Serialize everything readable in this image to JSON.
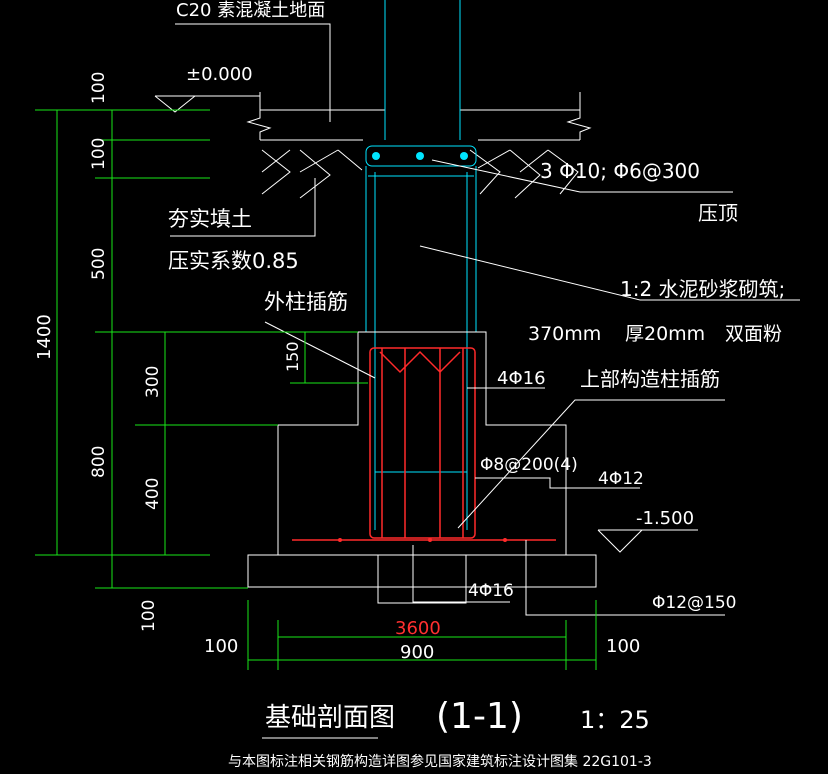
{
  "labels": {
    "concrete_floor": "C20 素混凝土地面",
    "elevation_top": "±0.000",
    "rammed_fill": "夯实填土",
    "compaction": "压实系数0.85",
    "outer_column_dowel": "外柱插筋",
    "cap_rebar": "3 Φ10; Φ6@300",
    "cap": "压顶",
    "masonry": "1:2 水泥砂浆砌筑;",
    "wall_spec_1": "370mm",
    "wall_spec_2": "厚20mm",
    "wall_spec_3": "双面粉",
    "upper_column_dowel": "上部构造柱插筋",
    "rebar_4phi16_top": "4Φ16",
    "stirrup": "Φ8@200(4)",
    "rebar_4phi12": "4Φ12",
    "elevation_bottom": "-1.500",
    "rebar_4phi16_bottom": "4Φ16",
    "mesh": "Φ12@150",
    "title": "基础剖面图",
    "section": "(1-1)",
    "scale": "1：25",
    "note": "与本图标注相关钢筋构造详图参见国家建筑标注设计图集 22G101-3"
  },
  "dimensions": {
    "d100_top": "100",
    "d100_2": "100",
    "d500": "500",
    "d1400": "1400",
    "d150": "150",
    "d300": "300",
    "d800": "800",
    "d400": "400",
    "d100_bottom": "100",
    "d3600": "3600",
    "d900": "900",
    "d100_left": "100",
    "d100_right": "100"
  }
}
